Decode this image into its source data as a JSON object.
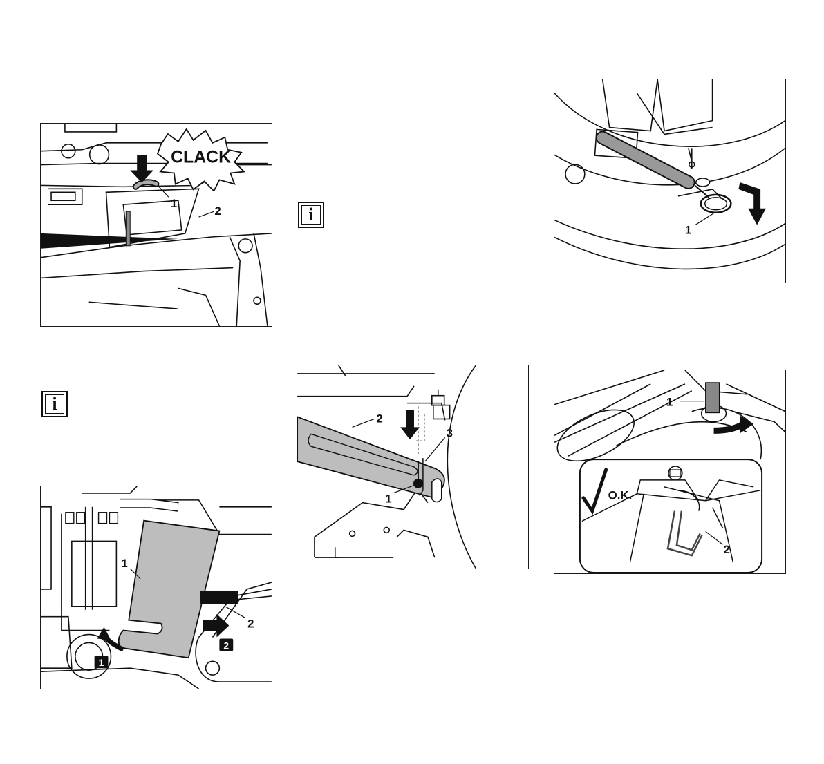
{
  "info_icons": [
    {
      "glyph": "i"
    },
    {
      "glyph": "i"
    }
  ],
  "figures": [
    {
      "id": "clack-figure",
      "sound_text": "CLACK",
      "callouts": [
        "1",
        "2"
      ]
    },
    {
      "id": "spring-figure",
      "callouts": [
        "1"
      ]
    },
    {
      "id": "shield-figure",
      "callouts": [
        "1",
        "2"
      ],
      "steps": [
        "1",
        "2"
      ]
    },
    {
      "id": "rod-pin-figure",
      "callouts": [
        "2",
        "3",
        "1"
      ]
    },
    {
      "id": "clip-check-figure",
      "callouts": [
        "1",
        "2"
      ],
      "status_text": "O.K."
    }
  ],
  "colors": {
    "line": "#111111",
    "gray": "#bdbdbd",
    "light": "#d9d9d9"
  }
}
